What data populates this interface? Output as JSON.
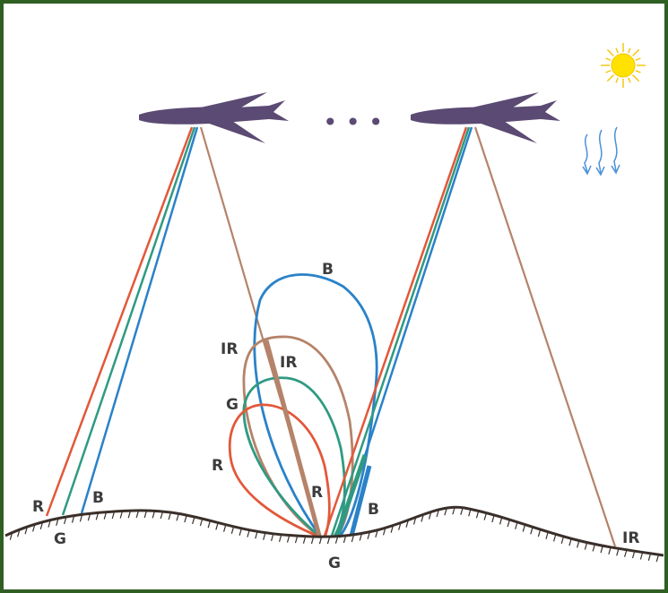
{
  "labels": {
    "ground_r": "R",
    "ground_g": "G",
    "ground_b": "B",
    "lobe_b": "B",
    "lobe_ir_left": "IR",
    "lobe_ir_right": "IR",
    "lobe_g": "G",
    "lobe_r": "R",
    "center_r": "R",
    "center_b": "B",
    "center_g": "G",
    "right_ir": "IR"
  },
  "ellipsis": "• • •",
  "colors": {
    "frame": "#2f5f23",
    "aircraft": "#5b4a73",
    "red_band": "#e2583a",
    "green_band": "#2f9a82",
    "blue_band": "#2a82c8",
    "ir_band": "#b5836a",
    "sun": "#ffe200",
    "sun_rays": "#f5c400",
    "wind": "#4a90d9",
    "ground": "#3a2f2a"
  },
  "icons": [
    "aircraft-left-icon",
    "aircraft-right-icon",
    "sun-icon",
    "wind-icon"
  ]
}
